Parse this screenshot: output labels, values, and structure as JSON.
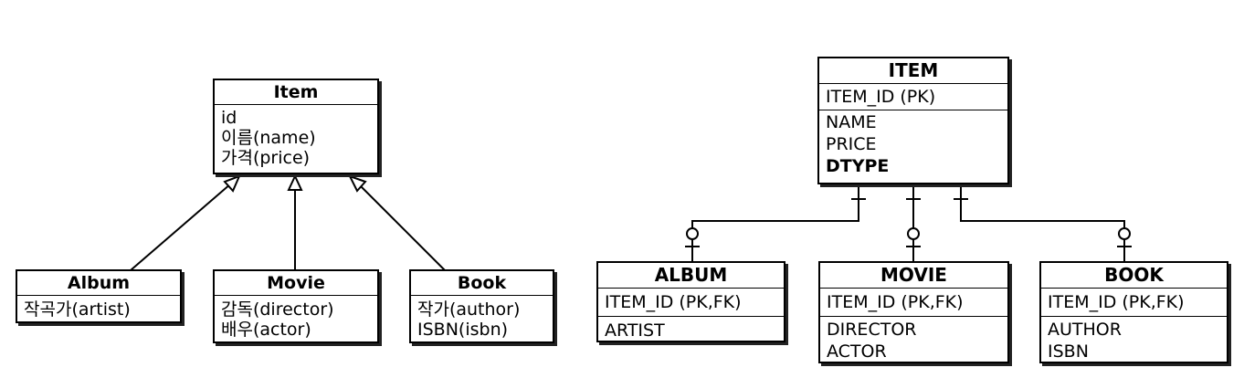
{
  "uml": {
    "item": {
      "title": "Item",
      "attributes": [
        "id",
        "이름(name)",
        "가격(price)"
      ]
    },
    "album": {
      "title": "Album",
      "attributes": [
        "작곡가(artist)"
      ]
    },
    "movie": {
      "title": "Movie",
      "attributes": [
        "감독(director)",
        "배우(actor)"
      ]
    },
    "book": {
      "title": "Book",
      "attributes": [
        "작가(author)",
        "ISBN(isbn)"
      ]
    }
  },
  "erd": {
    "item": {
      "title": "ITEM",
      "key": "ITEM_ID (PK)",
      "columns": [
        "NAME",
        "PRICE",
        "DTYPE"
      ]
    },
    "album": {
      "title": "ALBUM",
      "key": "ITEM_ID (PK,FK)",
      "columns": [
        "ARTIST"
      ]
    },
    "movie": {
      "title": "MOVIE",
      "key": "ITEM_ID (PK,FK)",
      "columns": [
        "DIRECTOR",
        "ACTOR"
      ]
    },
    "book": {
      "title": "BOOK",
      "key": "ITEM_ID (PK,FK)",
      "columns": [
        "AUTHOR",
        "ISBN"
      ]
    }
  }
}
